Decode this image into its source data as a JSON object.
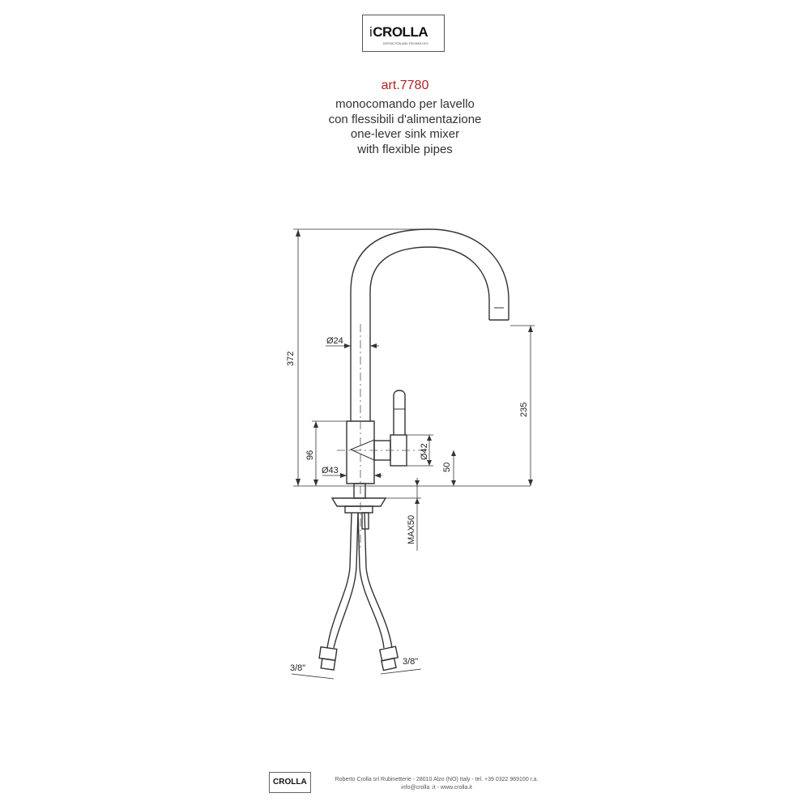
{
  "brand": {
    "name": "CROLLA",
    "tagline": "DISTINCTION AND TECHNOLOGY"
  },
  "header": {
    "article": "art.7780",
    "lines": [
      "monocomando per lavello",
      "con flessibili d'alimentazione",
      "one-lever sink mixer",
      "with flexible pipes"
    ]
  },
  "dimensions": {
    "height_total": "372",
    "spout_height": "235",
    "body_height": "96",
    "lever_offset": "50",
    "tube_diameter": "Ø24",
    "body_diameter": "Ø43",
    "lever_diameter": "Ø42",
    "max_thickness": "MAX50",
    "pipe_left": "3/8\"",
    "pipe_right": "3/8\""
  },
  "footer": {
    "line1": "Roberto Crolla srl Rubinetterie  -  28010 Alzo (NO) Italy  -  tel. +39 0322 969100 r.a.",
    "line2": "info@crolla .it  -  www.crolla.it",
    "logo": "CROLLA"
  },
  "colors": {
    "accent": "#b11f24",
    "line": "#333333"
  }
}
